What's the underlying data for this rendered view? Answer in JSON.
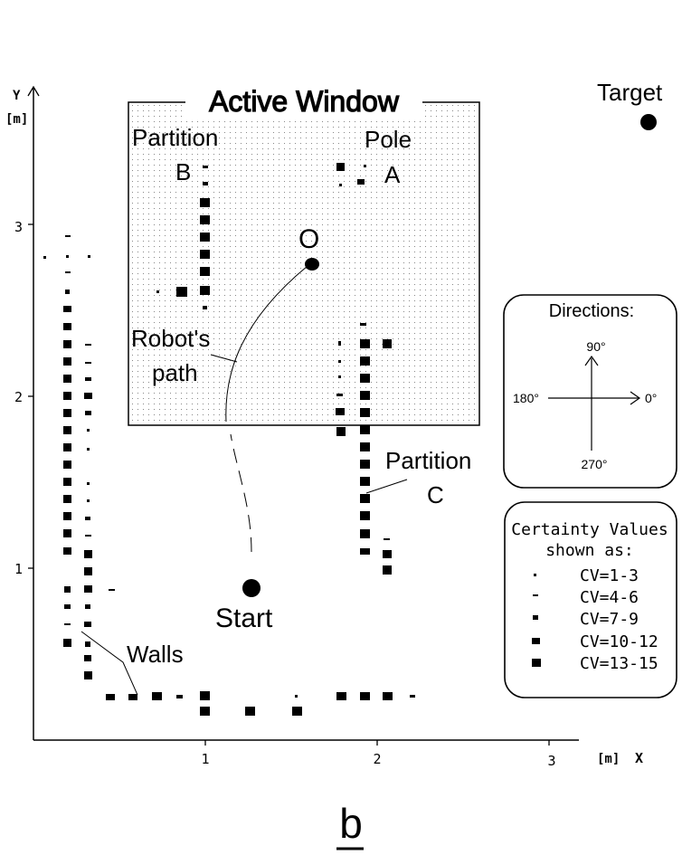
{
  "axes": {
    "y_label": "Y",
    "y_unit": "[m]",
    "x_unit": "[m]",
    "x_label": "X",
    "x_ticks": [
      "1",
      "2",
      "3"
    ],
    "y_ticks": [
      "1",
      "2",
      "3"
    ]
  },
  "active_window": {
    "title": "Active Window"
  },
  "labels": {
    "target": "Target",
    "partition_b_1": "Partition",
    "partition_b_2": "B",
    "pole_1": "Pole",
    "pole_2": "A",
    "point_o": "O",
    "robots_path_1": "Robot's",
    "robots_path_2": "path",
    "partition_c_1": "Partition",
    "partition_c_2": "C",
    "start": "Start",
    "walls": "Walls",
    "figure_letter": "b"
  },
  "directions": {
    "title": "Directions:",
    "d90": "90°",
    "d180": "180°",
    "d0": "0°",
    "d270": "270°"
  },
  "certainty": {
    "title_1": "Certainty Values",
    "title_2": "shown as:",
    "items": [
      "CV=1-3",
      "CV=4-6",
      "CV=7-9",
      "CV=10-12",
      "CV=13-15"
    ]
  }
}
